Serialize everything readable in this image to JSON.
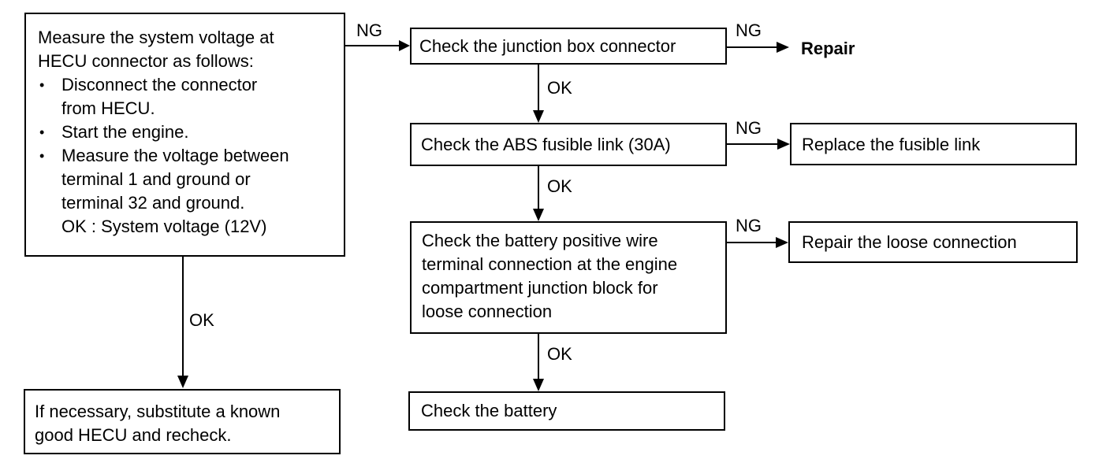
{
  "nodes": {
    "measure": {
      "intro": [
        "Measure the system voltage at",
        "HECU connector as follows:"
      ],
      "steps": [
        [
          "Disconnect the connector",
          "from HECU."
        ],
        [
          "Start the engine."
        ],
        [
          "Measure the voltage between",
          "terminal 1 and ground or",
          "terminal 32 and ground.",
          "OK : System voltage (12V)"
        ]
      ]
    },
    "substitute": [
      "If necessary, substitute a known",
      "good HECU and recheck."
    ],
    "junction": "Check the junction box connector",
    "repair": "Repair",
    "fusible": "Check the ABS fusible link (30A)",
    "replace_fuse": "Replace the fusible link",
    "battery_wire": [
      "Check the battery positive wire",
      "terminal connection at the engine",
      "compartment junction block for",
      "loose connection"
    ],
    "repair_loose": "Repair the loose connection",
    "check_battery": "Check the battery"
  },
  "edge_labels": {
    "measure_to_junction": "NG",
    "junction_to_repair": "NG",
    "junction_to_fusible": "OK",
    "fusible_to_replace": "NG",
    "fusible_to_battery_wire": "OK",
    "battery_wire_to_repair": "NG",
    "battery_wire_to_check_battery": "OK",
    "measure_to_substitute": "OK"
  }
}
